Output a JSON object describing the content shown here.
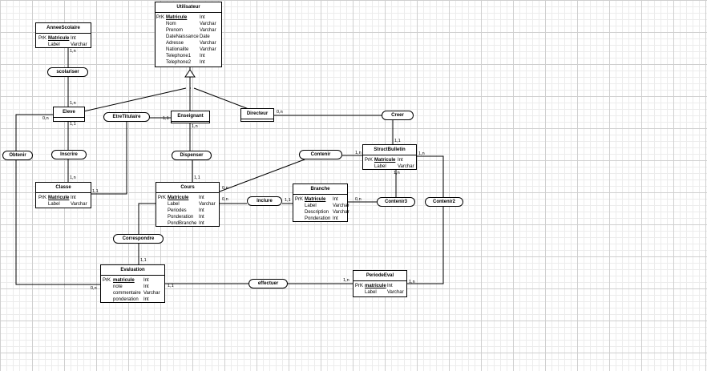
{
  "entities": {
    "utilisateur": {
      "title": "Utilisateur",
      "attributes": [
        {
          "key": "PrK",
          "name": "Matricule",
          "type": "Int"
        },
        {
          "key": "",
          "name": "Nom",
          "type": "Varchar"
        },
        {
          "key": "",
          "name": "Prenom",
          "type": "Varchar"
        },
        {
          "key": "",
          "name": "DateNaissance",
          "type": "Date"
        },
        {
          "key": "",
          "name": "Adresse",
          "type": "Varchar"
        },
        {
          "key": "",
          "name": "Nationalite",
          "type": "Varchar"
        },
        {
          "key": "",
          "name": "Telephone1",
          "type": "Int"
        },
        {
          "key": "",
          "name": "Telephone2",
          "type": "Int"
        }
      ]
    },
    "annee_scolaire": {
      "title": "AnneeScolaire",
      "attributes": [
        {
          "key": "PrK",
          "name": "Matricule",
          "type": "Int"
        },
        {
          "key": "",
          "name": "Label",
          "type": "Varchar"
        }
      ]
    },
    "eleve": {
      "title": "Eleve",
      "attributes": []
    },
    "enseignant": {
      "title": "Enseignant",
      "attributes": []
    },
    "directeur": {
      "title": "Directeur",
      "attributes": []
    },
    "classe": {
      "title": "Classe",
      "attributes": [
        {
          "key": "PrK",
          "name": "Matricule",
          "type": "Int"
        },
        {
          "key": "",
          "name": "Label",
          "type": "Varchar"
        }
      ]
    },
    "cours": {
      "title": "Cours",
      "attributes": [
        {
          "key": "PrK",
          "name": "Matricule",
          "type": "Int"
        },
        {
          "key": "",
          "name": "Label",
          "type": "Varchar"
        },
        {
          "key": "",
          "name": "Periodes",
          "type": "Int"
        },
        {
          "key": "",
          "name": "Ponderation",
          "type": "Int"
        },
        {
          "key": "",
          "name": "PondBranche",
          "type": "Int"
        }
      ]
    },
    "branche": {
      "title": "Branche",
      "attributes": [
        {
          "key": "PrK",
          "name": "Matricule",
          "type": "Int"
        },
        {
          "key": "",
          "name": "Label",
          "type": "Varchar"
        },
        {
          "key": "",
          "name": "Description",
          "type": "Varchar"
        },
        {
          "key": "",
          "name": "Ponderation",
          "type": "Int"
        }
      ]
    },
    "struct_bulletin": {
      "title": "StructBulletin",
      "attributes": [
        {
          "key": "PrK",
          "name": "Matricule",
          "type": "Int"
        },
        {
          "key": "",
          "name": "Label",
          "type": "Varchar"
        }
      ]
    },
    "evaluation": {
      "title": "Evaluation",
      "attributes": [
        {
          "key": "PrK",
          "name": "matricule",
          "type": "Int"
        },
        {
          "key": "",
          "name": "note",
          "type": "Int"
        },
        {
          "key": "",
          "name": "commentaire",
          "type": "Varchar"
        },
        {
          "key": "",
          "name": "ponderation",
          "type": "Int"
        }
      ]
    },
    "periode_eval": {
      "title": "PeriodeEval",
      "attributes": [
        {
          "key": "PrK",
          "name": "matricule",
          "type": "Int"
        },
        {
          "key": "",
          "name": "Label",
          "type": "Varchar"
        }
      ]
    }
  },
  "associations": {
    "scolariser": "scolariser",
    "inscrire": "Inscrire",
    "obtenir": "Obtenir",
    "etre_titulaire": "EtreTitulaire",
    "dispenser": "Dispenser",
    "creer": "Creer",
    "contenir": "Contenir",
    "inclure": "Inclure",
    "contenir3": "Contenir3",
    "contenir2": "Contenir2",
    "correspondre": "Correspondre",
    "effectuer": "effectuer"
  },
  "cardinalities": {
    "annee_scolariser": "1,n",
    "eleve_scolariser": "1,n",
    "eleve_obtenir": "0,n",
    "eleve_inscrire": "1,1",
    "inscrire_classe": "1,n",
    "classe_titulaire": "1,1",
    "titulaire_enseignant": "1,1",
    "enseignant_dispenser": "1,n",
    "dispenser_cours": "1,1",
    "directeur_creer": "0,n",
    "creer_struct": "1,1",
    "contenir_struct": "1,n",
    "struct_contenir3": "1,n",
    "contenir3_branche": "0,n",
    "cours_contenir": "0,n",
    "cours_inclure": "0,n",
    "inclure_branche": "1,1",
    "struct_contenir2": "1,n",
    "evaluation_correspondre": "1,1",
    "obtenir_evaluation": "0,n",
    "evaluation_effectuer": "1,1",
    "effectuer_periode": "1,n",
    "contenir2_periode": "1,n"
  }
}
